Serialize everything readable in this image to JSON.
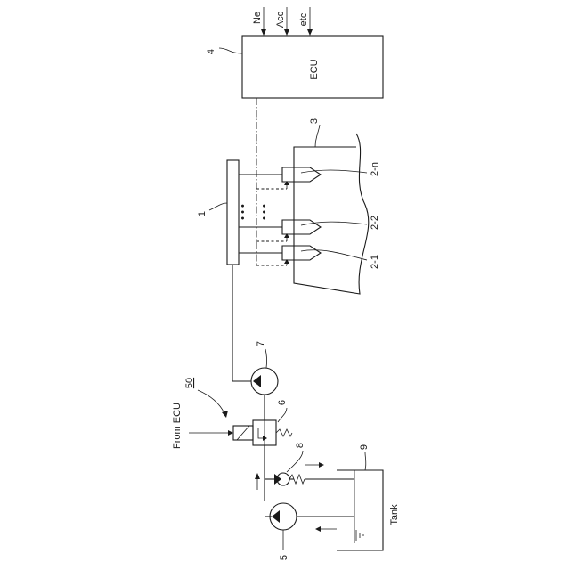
{
  "diagram": {
    "ecu": {
      "label": "ECU",
      "ref": "4"
    },
    "ecu_inputs": [
      "Ne",
      "Acc",
      "etc"
    ],
    "common_rail": {
      "ref": "1"
    },
    "engine": {
      "ref": "3"
    },
    "injectors": [
      {
        "ref": "2-n"
      },
      {
        "ref": "2-2"
      },
      {
        "ref": "2-1"
      }
    ],
    "system": {
      "ref": "50"
    },
    "high_pressure_pump": {
      "ref": "7"
    },
    "control_valve": {
      "ref": "6",
      "input_label": "From ECU"
    },
    "feed_pump": {
      "ref": "5"
    },
    "relief_valve": {
      "ref": "8"
    },
    "tank": {
      "ref": "9",
      "label": "Tank"
    },
    "ellipsis": "• • •"
  }
}
